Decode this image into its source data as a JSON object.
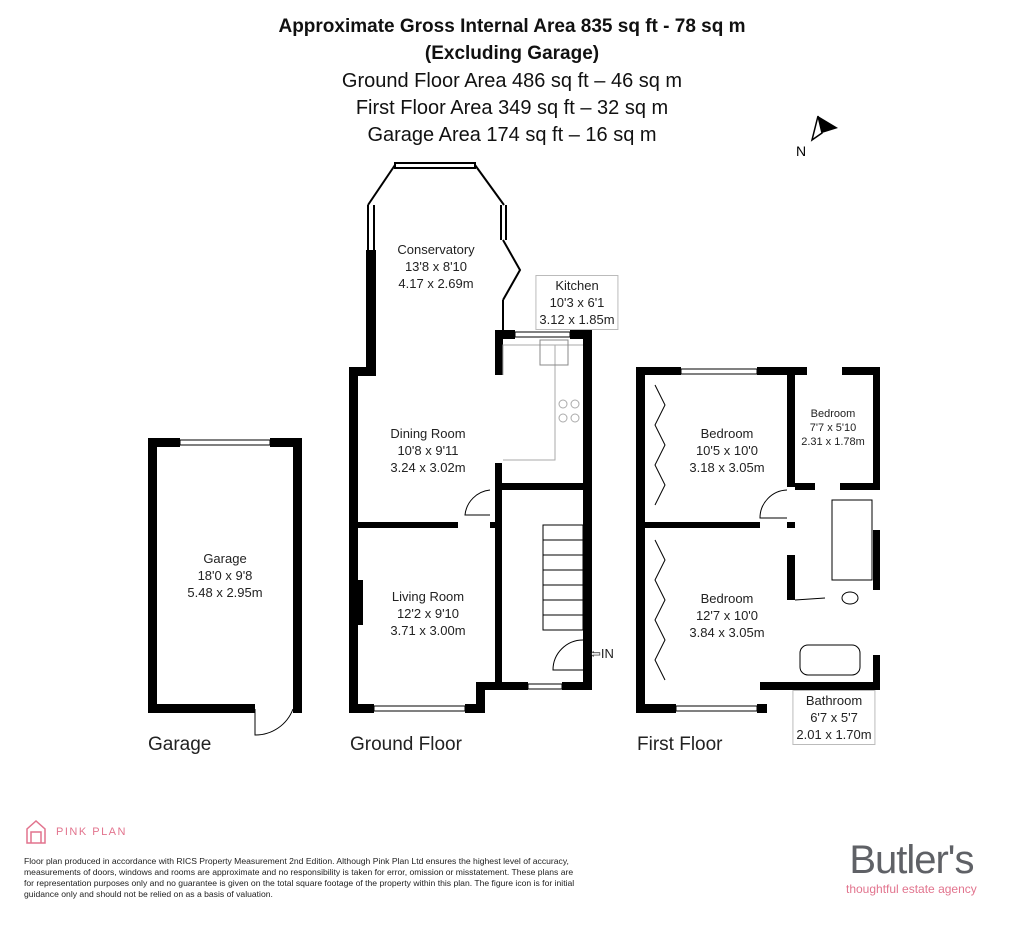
{
  "header": {
    "title": "Approximate Gross Internal Area 835 sq ft - 78 sq m",
    "subtitle": "(Excluding Garage)",
    "ground_area": "Ground Floor Area 486 sq ft – 46 sq m",
    "first_area": "First Floor Area 349 sq ft – 32 sq m",
    "garage_area": "Garage Area 174 sq ft – 16 sq m"
  },
  "compass": {
    "label": "N"
  },
  "rooms": {
    "conservatory": {
      "name": "Conservatory",
      "imperial": "13'8 x 8'10",
      "metric": "4.17 x 2.69m"
    },
    "kitchen": {
      "name": "Kitchen",
      "imperial": "10'3 x 6'1",
      "metric": "3.12 x 1.85m"
    },
    "dining": {
      "name": "Dining Room",
      "imperial": "10'8 x 9'11",
      "metric": "3.24 x 3.02m"
    },
    "living": {
      "name": "Living Room",
      "imperial": "12'2 x 9'10",
      "metric": "3.71 x 3.00m"
    },
    "garage": {
      "name": "Garage",
      "imperial": "18'0 x 9'8",
      "metric": "5.48 x 2.95m"
    },
    "bedroom1": {
      "name": "Bedroom",
      "imperial": "10'5 x 10'0",
      "metric": "3.18 x 3.05m"
    },
    "bedroom2": {
      "name": "Bedroom",
      "imperial": "7'7 x 5'10",
      "metric": "2.31 x 1.78m"
    },
    "bedroom3": {
      "name": "Bedroom",
      "imperial": "12'7 x 10'0",
      "metric": "3.84 x 3.05m"
    },
    "bathroom": {
      "name": "Bathroom",
      "imperial": "6'7 x 5'7",
      "metric": "2.01 x 1.70m"
    }
  },
  "entrance": {
    "label": "IN"
  },
  "floors": {
    "garage": "Garage",
    "ground": "Ground Floor",
    "first": "First Floor"
  },
  "footer": {
    "brand": "PINK PLAN",
    "disclaimer": "Floor plan produced in accordance with RICS Property Measurement 2nd Edition. Although Pink Plan Ltd ensures the highest level of accuracy, measurements of doors, windows and rooms are approximate and no responsibility is taken for error, omission or misstatement. These plans are for representation purposes only and no guarantee is given on the total square footage of the property within this plan. The figure icon is for initial guidance only and should not be relied on as a basis of valuation.",
    "agent": "Butler's",
    "agent_tagline": "thoughtful estate agency"
  },
  "colors": {
    "wall": "#000000",
    "brand_pink": "#e2748e",
    "agent_grey": "#5f6166"
  }
}
